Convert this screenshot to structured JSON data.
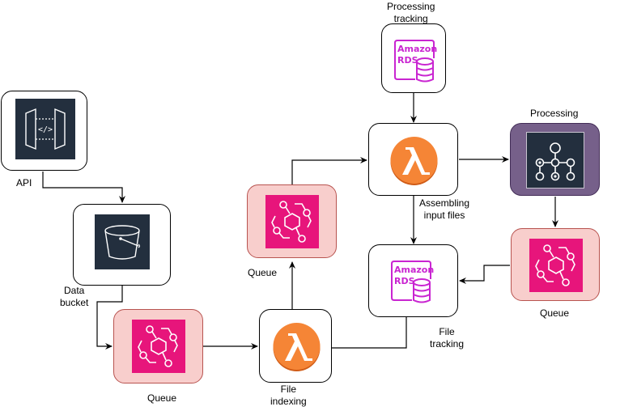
{
  "colors": {
    "aws_dark": "#232f3e",
    "eventbridge_pink": "#e7157b",
    "queue_fill": "#f8cecc",
    "queue_stroke": "#b85450",
    "lambda_orange": "#f58536",
    "lambda_shadow": "#d05c17",
    "rds_magenta": "#c925d1",
    "processing_fill": "#76608a",
    "edge": "#000000"
  },
  "nodes": {
    "api": {
      "label": "API",
      "icon": "api-gateway-icon"
    },
    "bucket": {
      "label_line1": "Data",
      "label_line2": "bucket",
      "icon": "s3-bucket-icon"
    },
    "queue_bottom": {
      "label": "Queue",
      "icon": "eventbridge-icon"
    },
    "indexing": {
      "label_line1": "File",
      "label_line2": "indexing",
      "icon": "lambda-icon"
    },
    "queue_mid": {
      "label": "Queue",
      "icon": "eventbridge-icon"
    },
    "proc_tracking": {
      "label_line1": "Processing",
      "label_line2": "tracking",
      "icon": "rds-icon",
      "icon_text1": "Amazon",
      "icon_text2": "RDS"
    },
    "assembling": {
      "label_line1": "Assembling",
      "label_line2": "input files",
      "icon": "lambda-icon"
    },
    "file_tracking": {
      "label_line1": "File",
      "label_line2": "tracking",
      "icon": "rds-icon",
      "icon_text1": "Amazon",
      "icon_text2": "RDS"
    },
    "processing": {
      "label": "Processing",
      "icon": "step-functions-icon"
    },
    "queue_right": {
      "label": "Queue",
      "icon": "eventbridge-icon"
    }
  }
}
